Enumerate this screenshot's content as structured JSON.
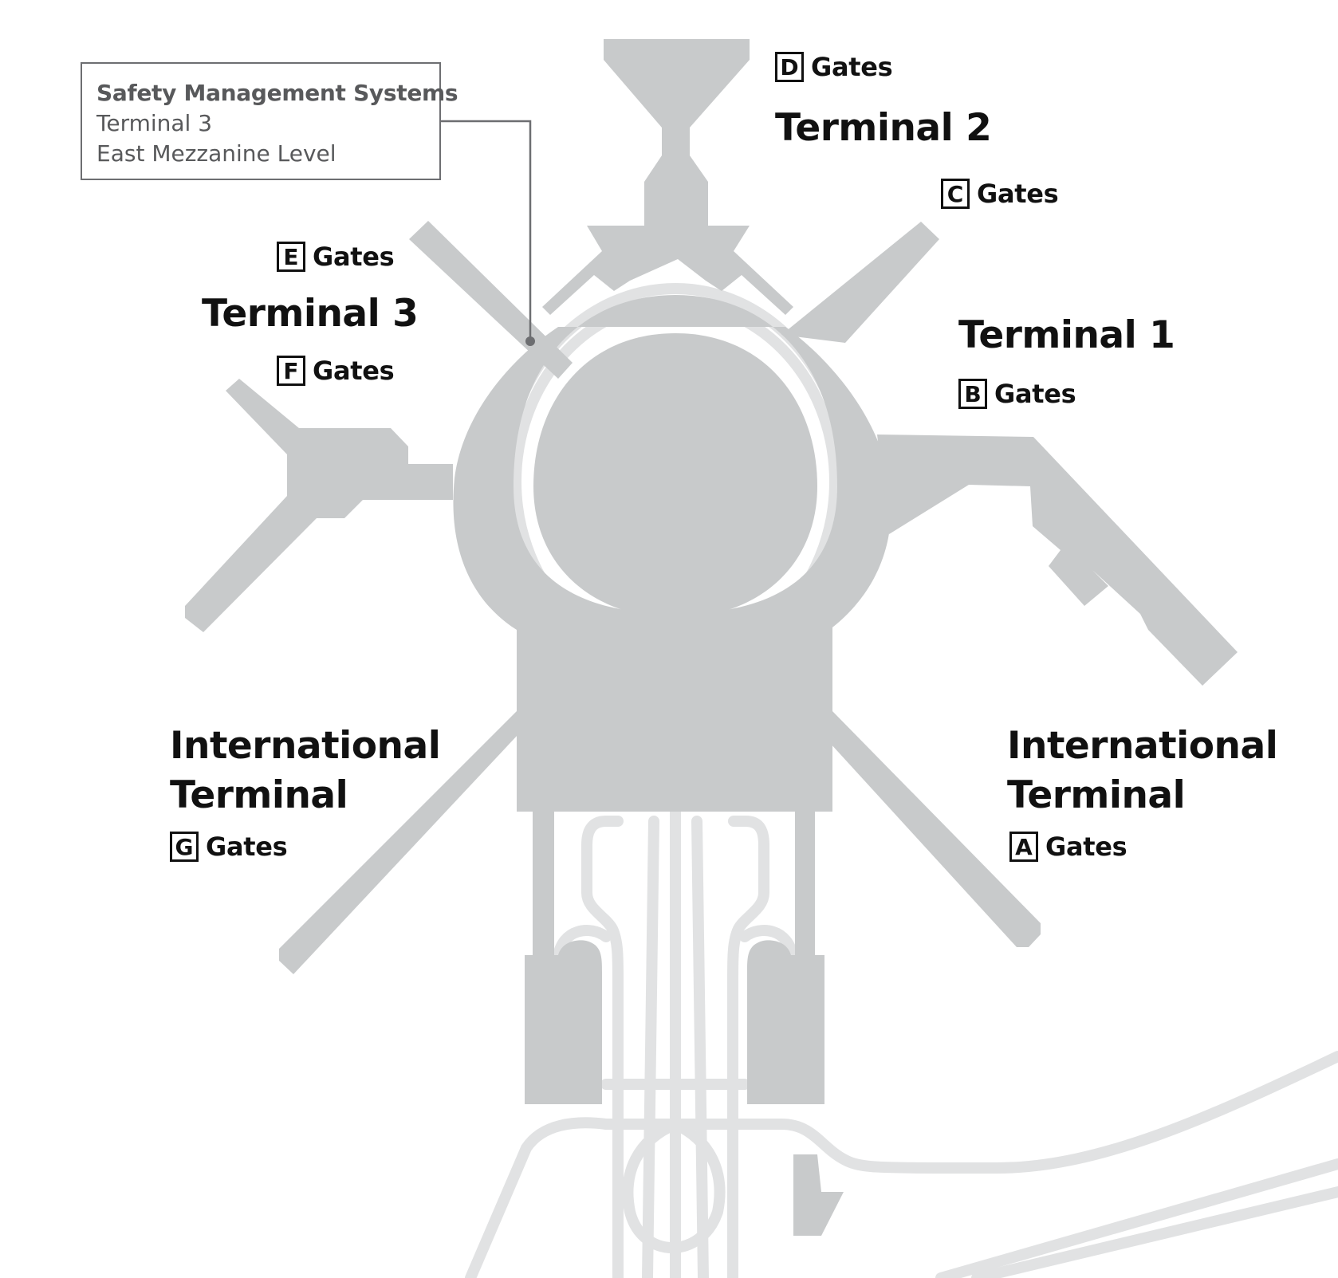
{
  "colors": {
    "building": "#c8cacb",
    "road": "#e1e2e3",
    "background": "#ffffff",
    "callout_border": "#6d6e71",
    "callout_text": "#58595b",
    "label_text": "#111111"
  },
  "callout": {
    "title": "Safety Management Systems",
    "line1": "Terminal 3",
    "line2": "East Mezzanine Level"
  },
  "terminals": {
    "terminal_2": "Terminal 2",
    "terminal_3": "Terminal 3",
    "terminal_1": "Terminal 1",
    "intl_left_line1": "International",
    "intl_left_line2": "Terminal",
    "intl_right_line1": "International",
    "intl_right_line2": "Terminal"
  },
  "gates": {
    "d": {
      "letter": "D",
      "label": "Gates"
    },
    "c": {
      "letter": "C",
      "label": "Gates"
    },
    "e": {
      "letter": "E",
      "label": "Gates"
    },
    "f": {
      "letter": "F",
      "label": "Gates"
    },
    "b": {
      "letter": "B",
      "label": "Gates"
    },
    "g": {
      "letter": "G",
      "label": "Gates"
    },
    "a": {
      "letter": "A",
      "label": "Gates"
    }
  }
}
